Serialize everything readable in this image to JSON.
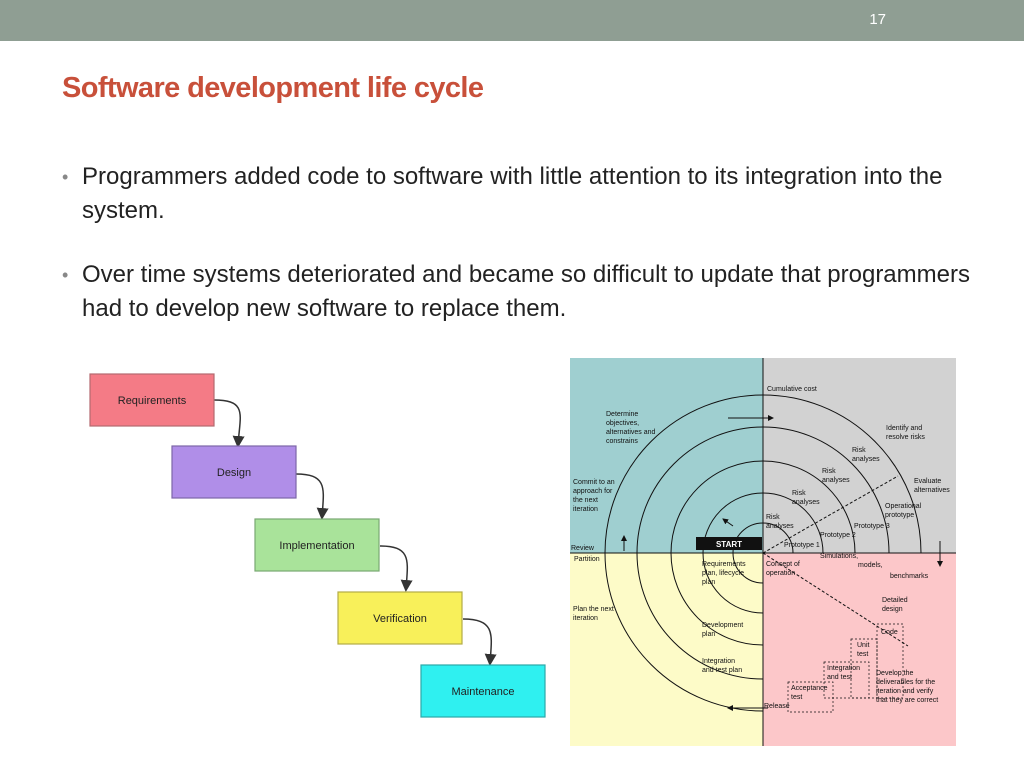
{
  "header": {
    "slide_number": "17"
  },
  "title": "Software development life cycle",
  "bullets": [
    "Programmers added code to software with little attention to its integration into the system.",
    "Over time systems deteriorated and became so difficult to update that programmers had to develop new software to replace them."
  ],
  "waterfall": {
    "stages": [
      {
        "label": "Requirements",
        "color": "#f47b86"
      },
      {
        "label": "Design",
        "color": "#b08ee8"
      },
      {
        "label": "Implementation",
        "color": "#a9e39a"
      },
      {
        "label": "Verification",
        "color": "#f8f05a"
      },
      {
        "label": "Maintenance",
        "color": "#2ff0f0"
      }
    ]
  },
  "spiral": {
    "quadrant_colors": {
      "top_left": "#9fcfd0",
      "top_right": "#d2d2d2",
      "bottom_left": "#fdfbc8",
      "bottom_right": "#fcc7c9"
    },
    "start": "START",
    "labels": {
      "cumulative_cost": "Cumulative cost",
      "determine": [
        "Determine",
        "objectives,",
        "alternatives and",
        "constrains"
      ],
      "identify": [
        "Identify and",
        "resolve risks"
      ],
      "evaluate": [
        "Evaluate",
        "alternatives"
      ],
      "commit": [
        "Commit to an",
        "approach for",
        "the next",
        "iteration"
      ],
      "risk_analyses": [
        "Risk",
        "analyses"
      ],
      "operational_prototype": [
        "Operational",
        "prototype"
      ],
      "prototype_3": "Prototype 3",
      "prototype_2": "Prototype 2",
      "prototype_1": "Prototype 1",
      "review": "Review",
      "partition": "Partition",
      "requirements_plan": [
        "Requirements",
        "plan, lifecycle",
        "plan"
      ],
      "concept": [
        "Concept of",
        "operation"
      ],
      "simulations": "Simulations,",
      "models": "models,",
      "benchmarks": "benchmarks",
      "plan_next": [
        "Plan the next",
        "iteration"
      ],
      "detailed_design": [
        "Detailed",
        "design"
      ],
      "code": "Code",
      "development_plan": [
        "Development",
        "plan"
      ],
      "unit_test": [
        "Unit",
        "test"
      ],
      "integration_plan": [
        "Integration",
        "and test plan"
      ],
      "integration_test": [
        "Integration",
        "and test"
      ],
      "acceptance": [
        "Acceptance",
        "test"
      ],
      "release": "Release",
      "develop_deliverables": [
        "Develop the",
        "deliverables for the",
        "iteration and verify",
        "that they are correct"
      ]
    }
  }
}
